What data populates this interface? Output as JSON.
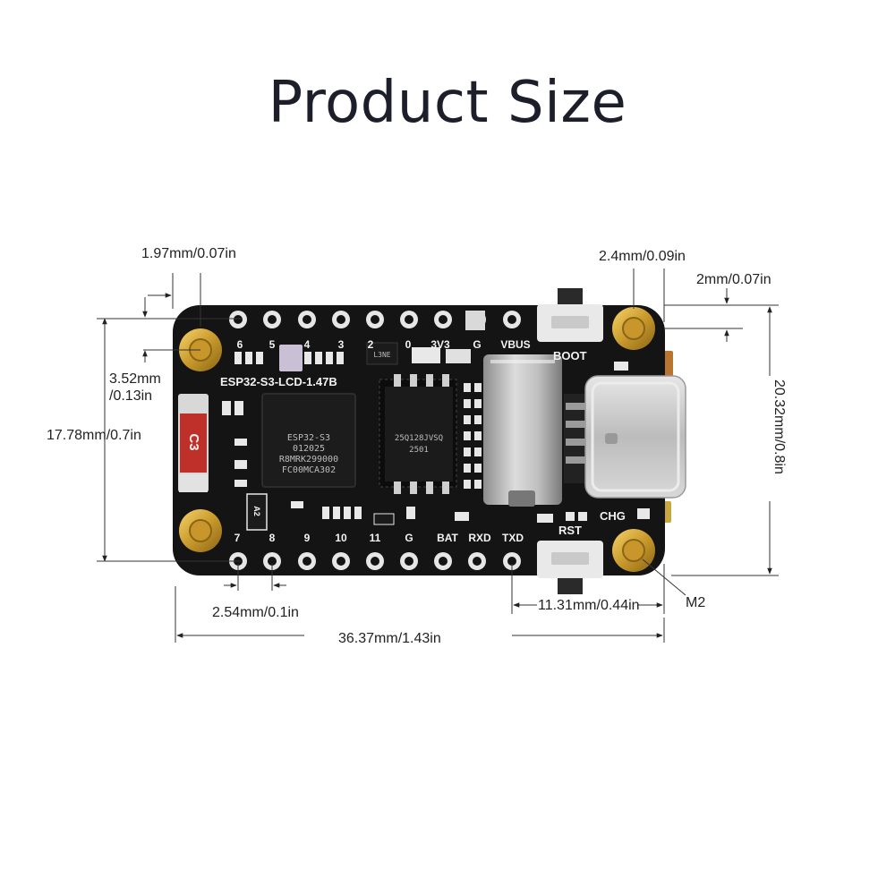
{
  "title": "Product Size",
  "dimensions": {
    "hole_offset_x": "1.97mm/0.07in",
    "hole_offset_y_line1": "3.52mm",
    "hole_offset_y_line2": "/0.13in",
    "hole_spacing_y": "17.78mm/0.7in",
    "pin_pitch": "2.54mm/0.1in",
    "total_length": "36.37mm/1.43in",
    "hole_diameter": "2.4mm/0.09in",
    "edge_offset": "2mm/0.07in",
    "total_width": "20.32mm/0.8in",
    "hole_spacing_x": "11.31mm/0.44in",
    "screw_size": "M2"
  },
  "board": {
    "name": "ESP32-S3-LCD-1.47B",
    "mcu_lines": [
      "ESP32-S3",
      "012025",
      "R8MRK299000",
      "FC00MCA302"
    ],
    "flash_lines": [
      "25Q128JVSQ",
      "2501"
    ],
    "ldo_label": "L3NE",
    "antenna_label": "C3",
    "top_pins": [
      "6",
      "5",
      "4",
      "3",
      "2",
      "0",
      "3V3",
      "G",
      "VBUS"
    ],
    "bottom_pins": [
      "7",
      "8",
      "9",
      "10",
      "11",
      "G",
      "BAT",
      "RXD",
      "TXD"
    ],
    "buttons": [
      "BOOT",
      "RST"
    ],
    "chg_label": "CHG",
    "ic_label": "A2"
  }
}
